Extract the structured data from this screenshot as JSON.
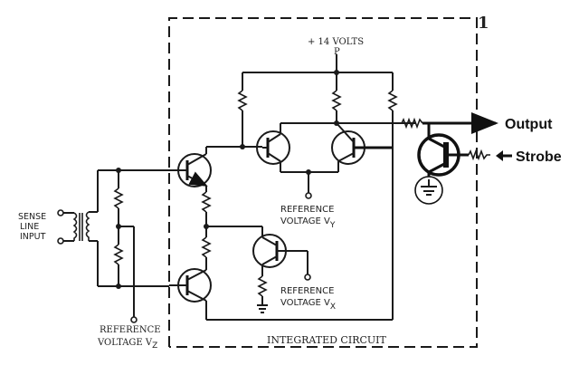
{
  "diagram": {
    "type": "circuit-schematic",
    "ic_number": "1",
    "supply_label": "+ 14 VOLTS",
    "supply_node": "P",
    "ic_label": "INTEGRATED CIRCUIT",
    "sense_input": [
      "SENSE",
      "LINE",
      "INPUT"
    ],
    "ref_y": {
      "line1": "REFERENCE",
      "line2": "VOLTAGE V",
      "sub": "Y"
    },
    "ref_x": {
      "line1": "REFERENCE",
      "line2": "VOLTAGE V",
      "sub": "X"
    },
    "ref_z": {
      "line1": "REFERENCE",
      "line2": "VOLTAGE V",
      "sub": "Z"
    },
    "output_label": "Output",
    "strobe_label": "Strobe"
  }
}
